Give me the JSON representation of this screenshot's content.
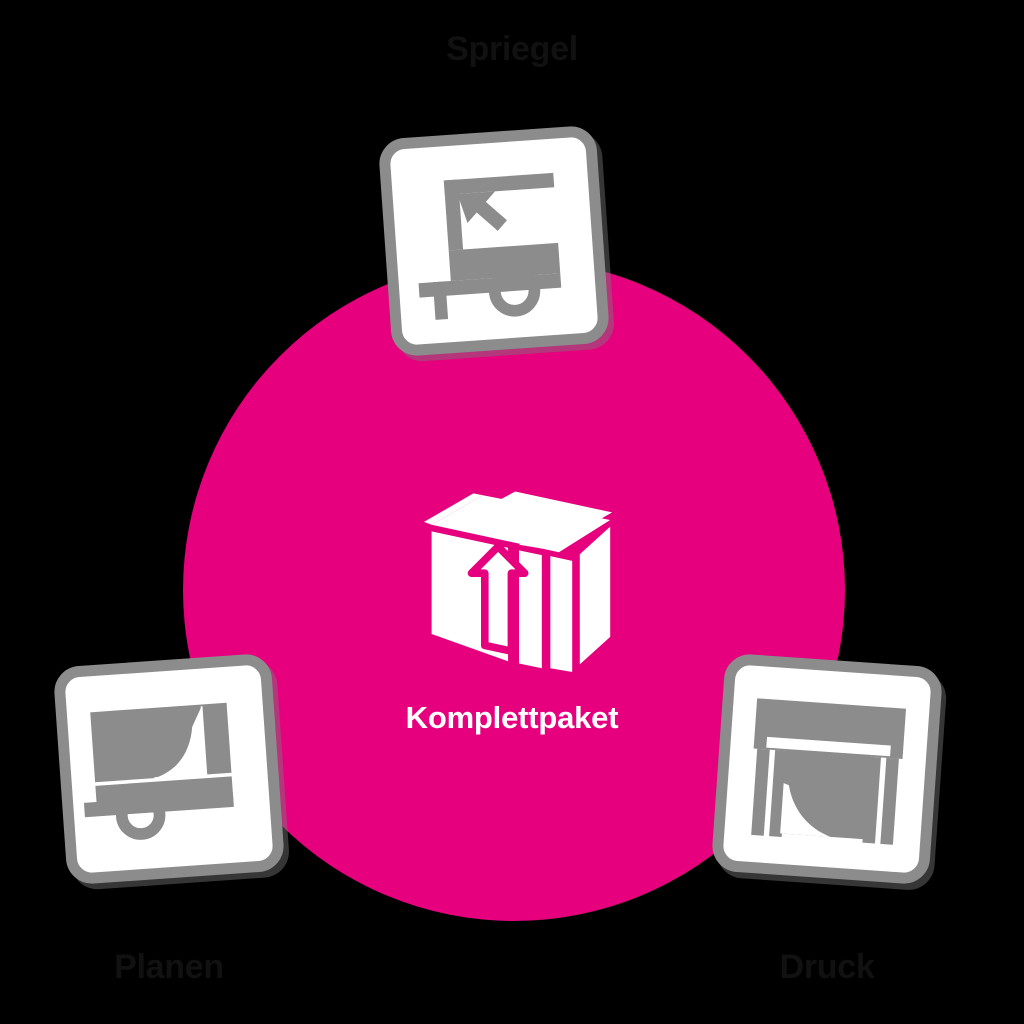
{
  "graphic": {
    "type": "hub-and-spoke-diagram",
    "background_color": "#000000",
    "accent_color": "#e6007e",
    "icon_color": "#8c8c8c",
    "card_face_color": "#ffffff",
    "label_color": "#111111"
  },
  "hub": {
    "label": "Komplettpaket",
    "label_color": "#ffffff",
    "icon_name": "package-box-icon",
    "circle_color": "#e6007e"
  },
  "nodes": [
    {
      "id": "spriegel",
      "label": "Spriegel",
      "position": "top",
      "icon_name": "trailer-bow-frame-icon",
      "rotation_deg": -4
    },
    {
      "id": "planen",
      "label": "Planen",
      "position": "bottom-left",
      "icon_name": "truck-tarpaulin-icon",
      "rotation_deg": -4
    },
    {
      "id": "druck",
      "label": "Druck",
      "position": "bottom-right",
      "icon_name": "large-format-printer-icon",
      "rotation_deg": 4
    }
  ]
}
